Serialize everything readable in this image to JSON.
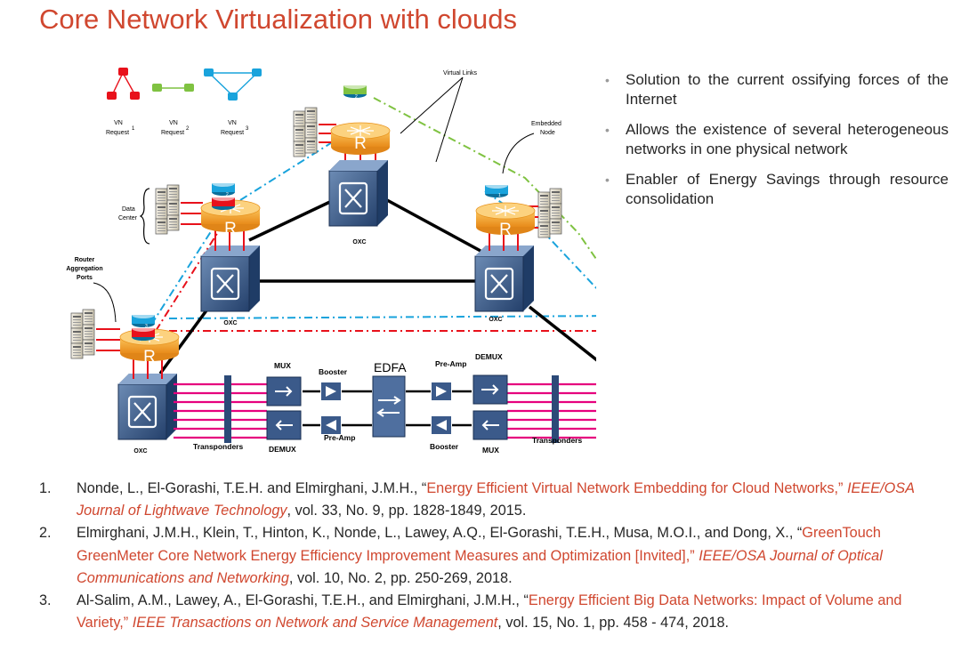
{
  "title": "Core Network Virtualization with clouds",
  "bullets": [
    "Solution to the current ossifying forces of the Internet",
    "Allows the existence of several heterogeneous networks in one physical network",
    "Enabler of Energy Savings through resource consolidation"
  ],
  "diagram": {
    "vn1": [
      "VN",
      "Request",
      "1"
    ],
    "vn2": [
      "VN",
      "Request",
      "2"
    ],
    "vn3": [
      "VN",
      "Request",
      "3"
    ],
    "virtual_links": "Virtual Links",
    "embedded_node": [
      "Embedded",
      "Node"
    ],
    "data_center": [
      "Data",
      "Center"
    ],
    "router_agg": [
      "Router",
      "Aggregation",
      "Ports"
    ],
    "oxc": "OXC",
    "router": "R",
    "mux": "MUX",
    "booster": "Booster",
    "edfa": "EDFA",
    "pre_amp": "Pre-Amp",
    "demux": "DEMUX",
    "transponders": "Transponders",
    "node_labels": [
      "1",
      "2",
      "3"
    ],
    "colors": {
      "red": "#e8111b",
      "green": "#7fc241",
      "blue": "#19a3dc",
      "pink": "#e6007e",
      "orange": "#f5a623",
      "black": "#000000"
    }
  },
  "references": [
    {
      "num": "1.",
      "authors": "Nonde, L., El-Gorashi, T.E.H. and Elmirghani, J.M.H., “",
      "title": "Energy Efficient Virtual Network Embedding for Cloud Networks,”",
      "journal": "IEEE/OSA Journal of Lightwave Technology",
      "details": ", vol. 33, No. 9, pp. 1828-1849, 2015."
    },
    {
      "num": "2.",
      "authors": "Elmirghani, J.M.H., Klein, T., Hinton, K., Nonde, L., Lawey, A.Q., El-Gorashi, T.E.H., Musa, M.O.I., and Dong, X., “",
      "title": "GreenTouch GreenMeter Core Network Energy Efficiency Improvement Measures and Optimization [Invited],”",
      "journal": "IEEE/OSA Journal of Optical Communications and Networking",
      "details": ", vol. 10, No. 2, pp. 250-269, 2018."
    },
    {
      "num": "3.",
      "authors": "Al-Salim, A.M., Lawey, A., El-Gorashi, T.E.H., and Elmirghani, J.M.H., “",
      "title": "Energy Efficient Big Data Networks: Impact of Volume and Variety,”",
      "journal": " IEEE Transactions on Network and Service Management",
      "details": ", vol. 15, No. 1, pp. 458 - 474, 2018."
    }
  ]
}
